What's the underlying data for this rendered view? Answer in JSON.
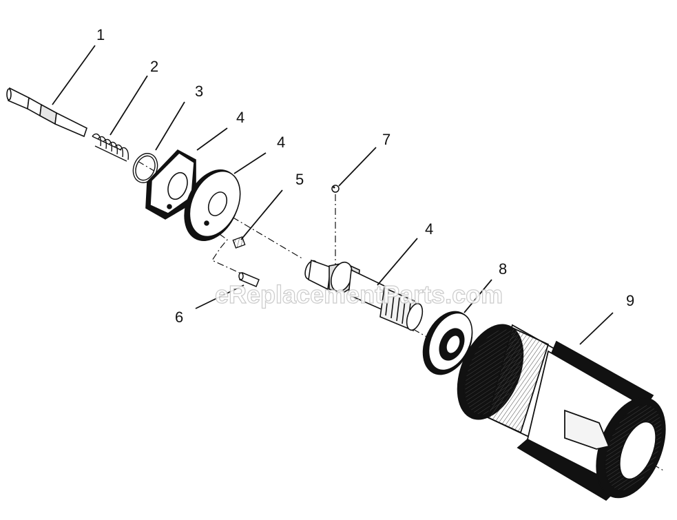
{
  "diagram": {
    "callouts": [
      "1",
      "2",
      "3",
      "4",
      "4",
      "5",
      "7",
      "4",
      "6",
      "8",
      "9"
    ],
    "watermark": "eReplacementParts.com"
  },
  "colors": {
    "ink": "#111111",
    "paper": "#ffffff",
    "shade": "#d9d9d9",
    "watermark": "#c8c8c8"
  }
}
